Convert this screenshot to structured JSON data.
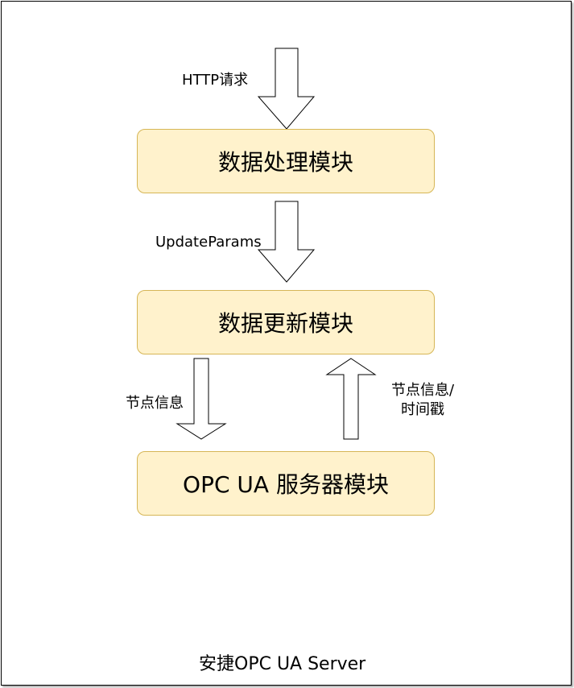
{
  "diagram": {
    "footer_title": "安捷OPC UA Server",
    "boxes": [
      {
        "label": "数据处理模块"
      },
      {
        "label": "数据更新模块"
      },
      {
        "label": "OPC UA 服务器模块"
      }
    ],
    "edges": [
      {
        "label": "HTTP请求",
        "direction": "down"
      },
      {
        "label": "UpdateParams",
        "direction": "down"
      },
      {
        "label": "节点信息",
        "direction": "down"
      },
      {
        "label_lines": [
          "节点信息/",
          "时间戳"
        ],
        "direction": "up"
      }
    ],
    "colors": {
      "box_fill": "#fff2cc",
      "box_stroke": "#d6b656",
      "arrow_fill": "#ffffff",
      "arrow_stroke": "#000000"
    }
  }
}
